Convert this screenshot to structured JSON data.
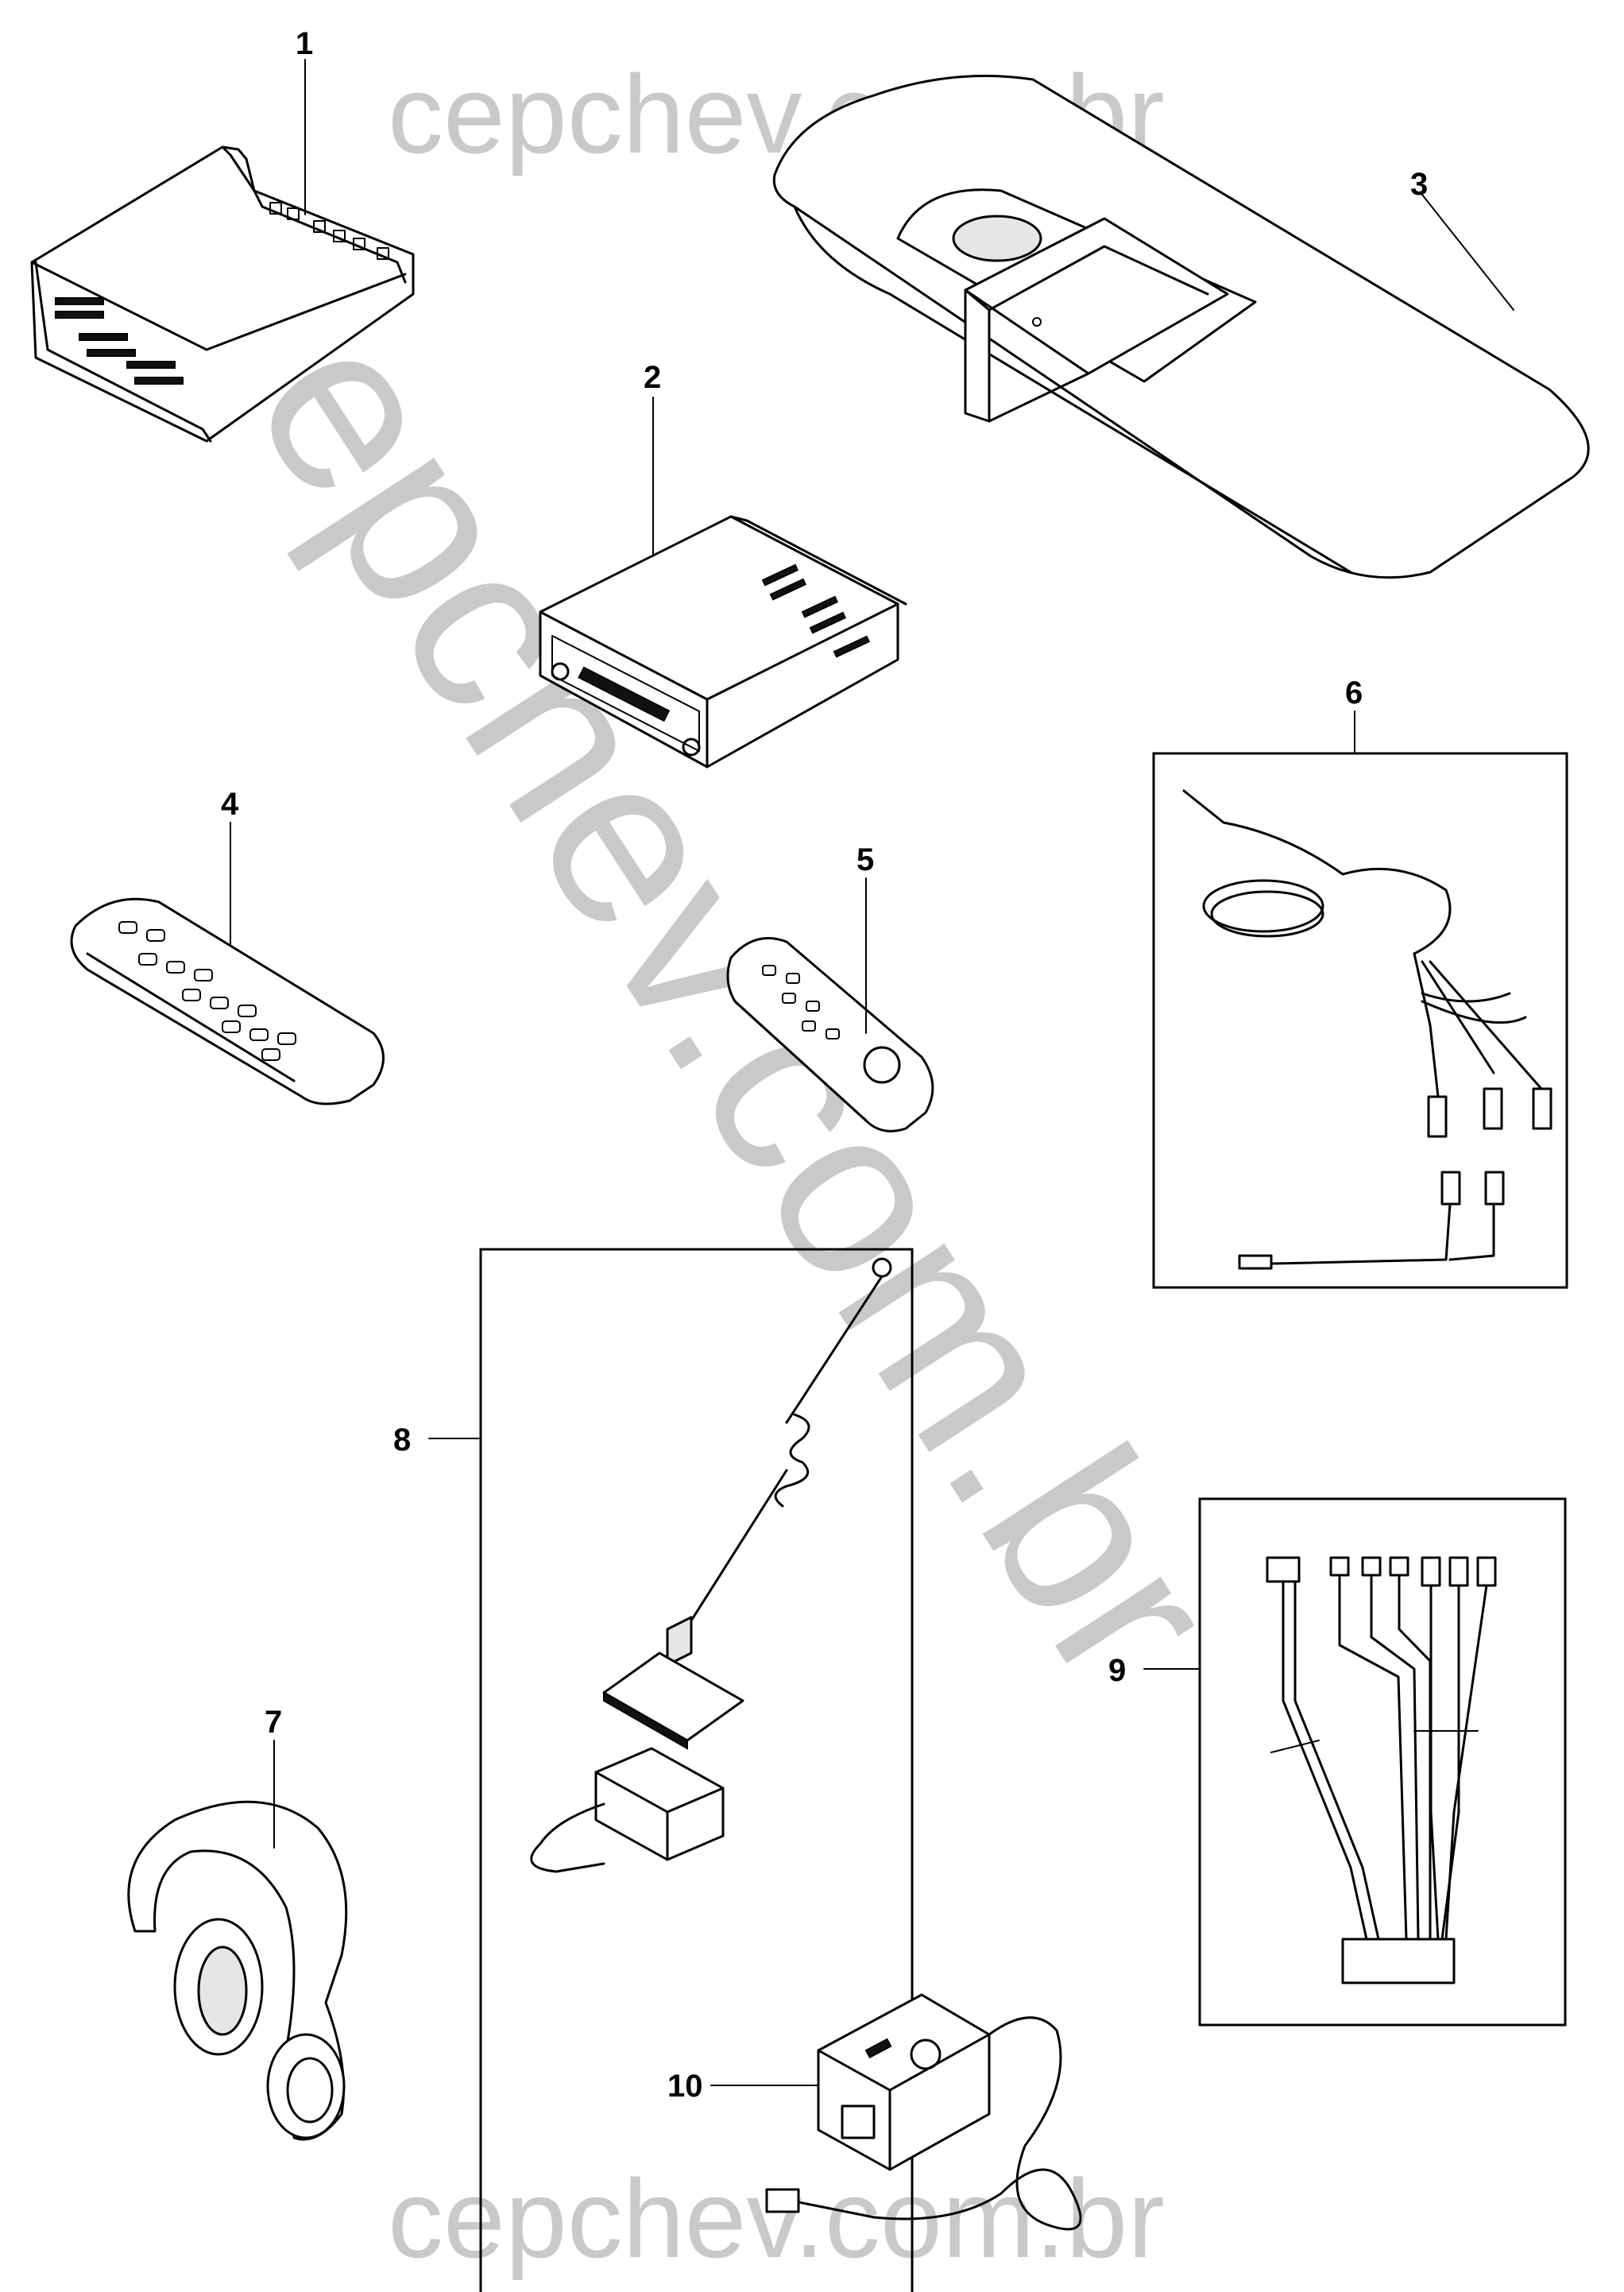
{
  "watermark": {
    "text": "cepchev.com.br"
  },
  "parts": [
    {
      "id": "1",
      "label": "1"
    },
    {
      "id": "2",
      "label": "2"
    },
    {
      "id": "3",
      "label": "3"
    },
    {
      "id": "4",
      "label": "4"
    },
    {
      "id": "5",
      "label": "5"
    },
    {
      "id": "6",
      "label": "6"
    },
    {
      "id": "7",
      "label": "7"
    },
    {
      "id": "8",
      "label": "8"
    },
    {
      "id": "9",
      "label": "9"
    },
    {
      "id": "10",
      "label": "10"
    }
  ],
  "colors": {
    "line": "#000000",
    "watermark": "#c9c9c9",
    "background": "#ffffff"
  }
}
